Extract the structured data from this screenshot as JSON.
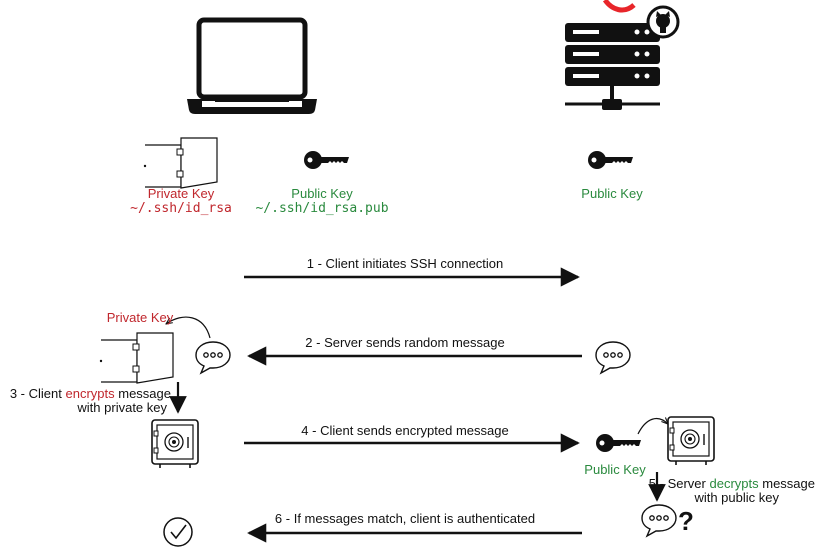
{
  "header": {
    "partial_title": "",
    "accent": "#e8252a"
  },
  "colors": {
    "private": "#c0272d",
    "public": "#2a8a3e",
    "ink": "#111111"
  },
  "client": {
    "private_key": {
      "label": "Private Key",
      "path": "~/.ssh/id_rsa"
    },
    "public_key": {
      "label": "Public Key",
      "path": "~/.ssh/id_rsa.pub"
    }
  },
  "server": {
    "public_key_label": "Public Key"
  },
  "steps": {
    "s1": "1 - Client initiates SSH connection",
    "s2": "2 - Server sends random message",
    "s3_pre": "3 - Client ",
    "s3_highlight": "encrypts",
    "s3_post": " message",
    "s3_line2": "with private key",
    "s4": "4 - Client sends encrypted message",
    "s5_pre": "5 - Server ",
    "s5_highlight": "decrypts",
    "s5_post": " message",
    "s5_line2": "with public key",
    "s6": "6 - If messages match, client is authenticated"
  },
  "flow_labels": {
    "private_key": "Private Key",
    "public_key": "Public Key",
    "question": "?"
  },
  "icons": [
    "laptop-icon",
    "server-icon",
    "github-icon",
    "key-icon",
    "safe-icon",
    "speech-bubble-icon",
    "check-circle-icon",
    "arrow-icon"
  ]
}
